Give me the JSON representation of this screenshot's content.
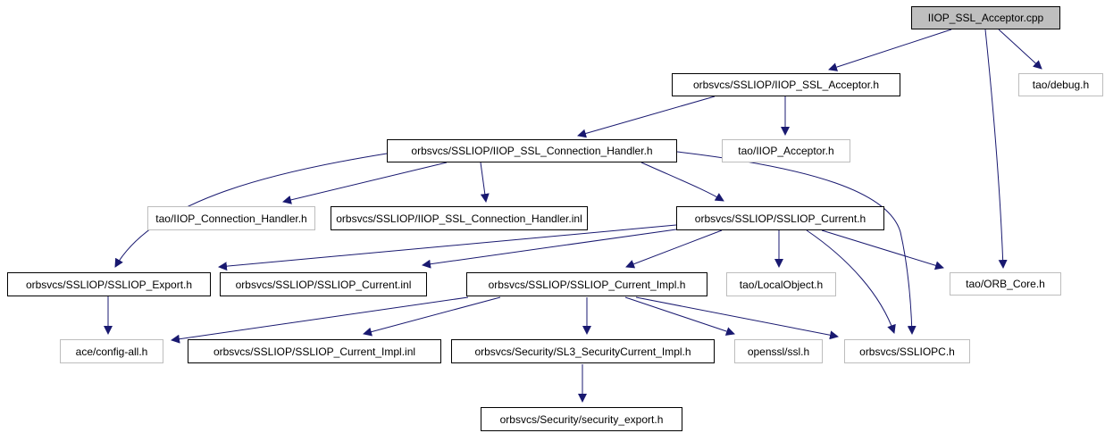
{
  "diagram": {
    "type": "include-dependency-graph",
    "colors": {
      "edge": "#191970",
      "root_fill": "#bfbfbf",
      "documented_border": "#000000",
      "external_border": "#bdbdbd",
      "background": "#ffffff"
    },
    "nodes": {
      "root": {
        "label": "IIOP_SSL_Acceptor.cpp"
      },
      "iiop_ssl_acceptor_h": {
        "label": "orbsvcs/SSLIOP/IIOP_SSL_Acceptor.h"
      },
      "tao_debug_h": {
        "label": "tao/debug.h"
      },
      "iiop_ssl_connection_handler_h": {
        "label": "orbsvcs/SSLIOP/IIOP_SSL_Connection_Handler.h"
      },
      "tao_iiop_acceptor_h": {
        "label": "tao/IIOP_Acceptor.h"
      },
      "tao_iiop_connection_handler_h": {
        "label": "tao/IIOP_Connection_Handler.h"
      },
      "iiop_ssl_connection_handler_inl": {
        "label": "orbsvcs/SSLIOP/IIOP_SSL_Connection_Handler.inl"
      },
      "ssliop_current_h": {
        "label": "orbsvcs/SSLIOP/SSLIOP_Current.h"
      },
      "ssliop_export_h": {
        "label": "orbsvcs/SSLIOP/SSLIOP_Export.h"
      },
      "ssliop_current_inl": {
        "label": "orbsvcs/SSLIOP/SSLIOP_Current.inl"
      },
      "ssliop_current_impl_h": {
        "label": "orbsvcs/SSLIOP/SSLIOP_Current_Impl.h"
      },
      "tao_localobject_h": {
        "label": "tao/LocalObject.h"
      },
      "tao_orb_core_h": {
        "label": "tao/ORB_Core.h"
      },
      "ace_config_all_h": {
        "label": "ace/config-all.h"
      },
      "ssliop_current_impl_inl": {
        "label": "orbsvcs/SSLIOP/SSLIOP_Current_Impl.inl"
      },
      "sl3_securitycurrent_impl_h": {
        "label": "orbsvcs/Security/SL3_SecurityCurrent_Impl.h"
      },
      "openssl_ssl_h": {
        "label": "openssl/ssl.h"
      },
      "ssliopc_h": {
        "label": "orbsvcs/SSLIOPC.h"
      },
      "security_export_h": {
        "label": "orbsvcs/Security/security_export.h"
      }
    },
    "edges": [
      {
        "from": "root",
        "to": "iiop_ssl_acceptor_h"
      },
      {
        "from": "root",
        "to": "tao_debug_h"
      },
      {
        "from": "root",
        "to": "tao_orb_core_h"
      },
      {
        "from": "iiop_ssl_acceptor_h",
        "to": "iiop_ssl_connection_handler_h"
      },
      {
        "from": "iiop_ssl_acceptor_h",
        "to": "tao_iiop_acceptor_h"
      },
      {
        "from": "iiop_ssl_connection_handler_h",
        "to": "tao_iiop_connection_handler_h"
      },
      {
        "from": "iiop_ssl_connection_handler_h",
        "to": "iiop_ssl_connection_handler_inl"
      },
      {
        "from": "iiop_ssl_connection_handler_h",
        "to": "ssliop_current_h"
      },
      {
        "from": "iiop_ssl_connection_handler_h",
        "to": "ssliop_export_h"
      },
      {
        "from": "iiop_ssl_connection_handler_h",
        "to": "ssliopc_h"
      },
      {
        "from": "ssliop_current_h",
        "to": "ssliop_export_h"
      },
      {
        "from": "ssliop_current_h",
        "to": "ssliop_current_inl"
      },
      {
        "from": "ssliop_current_h",
        "to": "ssliop_current_impl_h"
      },
      {
        "from": "ssliop_current_h",
        "to": "tao_localobject_h"
      },
      {
        "from": "ssliop_current_h",
        "to": "tao_orb_core_h"
      },
      {
        "from": "ssliop_current_h",
        "to": "ssliopc_h"
      },
      {
        "from": "ssliop_export_h",
        "to": "ace_config_all_h"
      },
      {
        "from": "ssliop_current_impl_h",
        "to": "ace_config_all_h"
      },
      {
        "from": "ssliop_current_impl_h",
        "to": "ssliop_current_impl_inl"
      },
      {
        "from": "ssliop_current_impl_h",
        "to": "sl3_securitycurrent_impl_h"
      },
      {
        "from": "ssliop_current_impl_h",
        "to": "openssl_ssl_h"
      },
      {
        "from": "ssliop_current_impl_h",
        "to": "ssliopc_h"
      },
      {
        "from": "sl3_securitycurrent_impl_h",
        "to": "security_export_h"
      }
    ]
  }
}
